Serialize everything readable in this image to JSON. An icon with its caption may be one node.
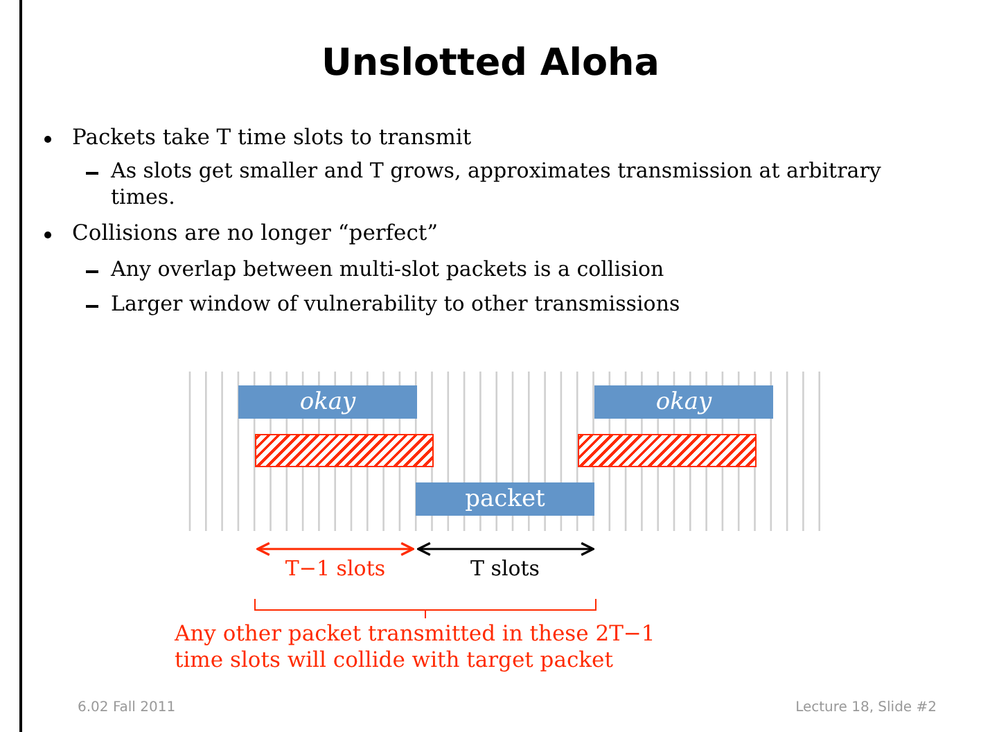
{
  "diagram": {
    "title": "Unslotted Aloha",
    "nodes": [
      {
        "text": [
          "okay"
        ]
      },
      {
        "text": [
          "okay"
        ]
      },
      {
        "text": [],
        "shape": "bar"
      },
      {
        "text": [],
        "shape": "bar"
      },
      {
        "text": [
          "packet"
        ]
      }
    ],
    "labels": [
      "Packets take T time slots to transmit",
      "As slots get smaller and T grows, approximates transmission at arbitrary times.",
      "Collisions are no longer “perfect”",
      "Any overlap between multi-slot packets is a collision",
      "Larger window of vulnerability to other transmissions",
      "T−1 slots",
      "T slots",
      "Any other packet transmitted in these 2T−1 time slots will collide with target packet",
      "6.02 Fall 2011",
      "Lecture 18, Slide #2"
    ]
  }
}
